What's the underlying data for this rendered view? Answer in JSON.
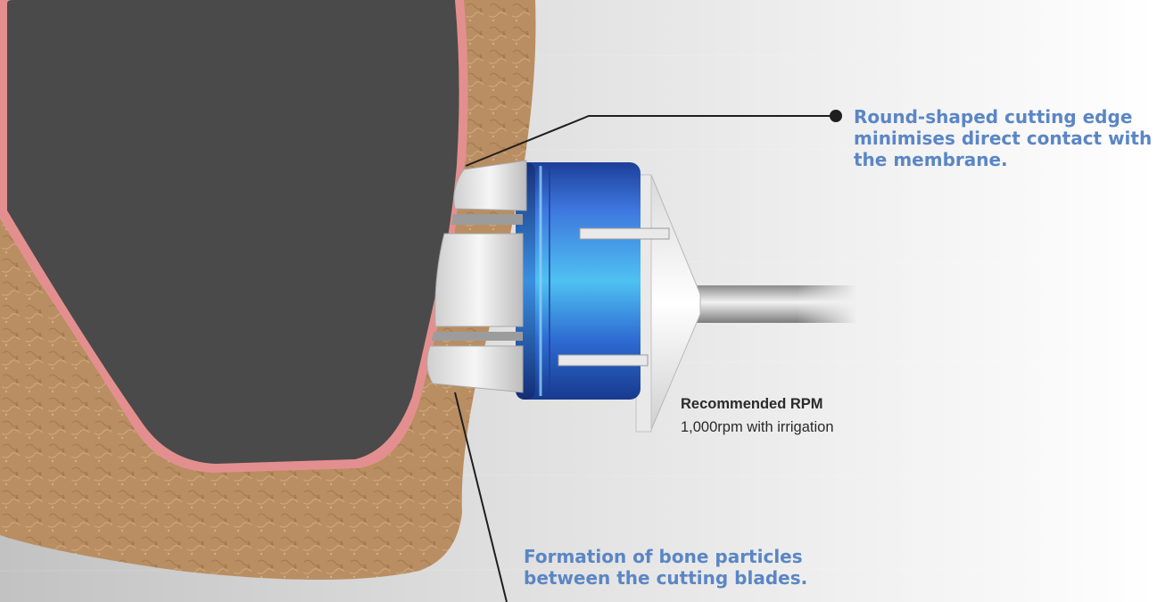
{
  "callouts": {
    "cutting_edge": [
      "Round-shaped cutting edge",
      "minimises direct contact with",
      "the membrane."
    ],
    "bone_particles": [
      "Formation of bone particles",
      "between the cutting blades."
    ]
  },
  "rpm": {
    "title": "Recommended RPM",
    "value": "1,000rpm with irrigation"
  },
  "colors": {
    "accent_text": "#5b86c5",
    "bone": "#b98e62",
    "membrane": "#e48f8f",
    "sinus_cavity": "#4a4a4a",
    "drill_blue": "#2a56bd"
  }
}
